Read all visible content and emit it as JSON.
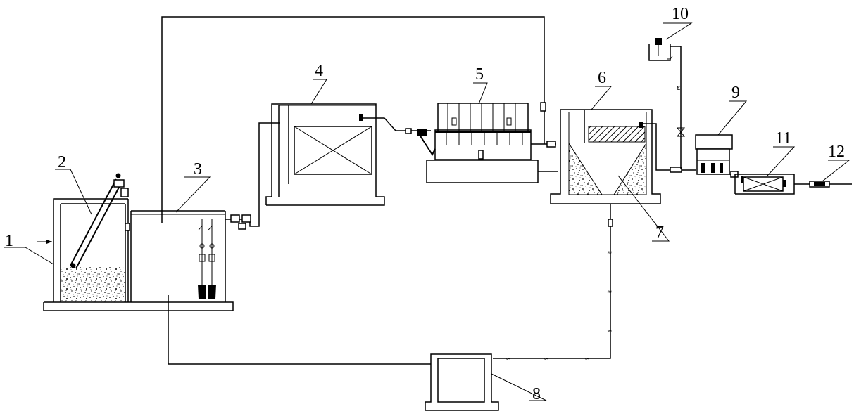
{
  "diagram": {
    "labels": {
      "n1": "1",
      "n2": "2",
      "n3": "3",
      "n4": "4",
      "n5": "5",
      "n6": "6",
      "n7": "7",
      "n8": "8",
      "n9": "9",
      "n10": "10",
      "n11": "11",
      "n12": "12"
    }
  }
}
